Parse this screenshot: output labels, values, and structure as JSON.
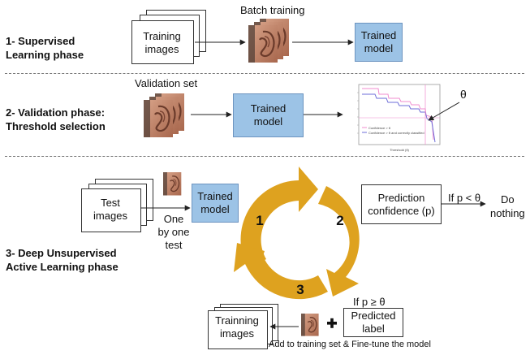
{
  "phase1": {
    "title_line1": "1- Supervised",
    "title_line2": "Learning phase",
    "docs_line1": "Training",
    "docs_line2": "images",
    "batch_label": "Batch training",
    "model_line1": "Trained",
    "model_line2": "model"
  },
  "phase2": {
    "title_line1": "2- Validation phase:",
    "title_line2": "Threshold selection",
    "validation_label": "Validation set",
    "model_line1": "Trained",
    "model_line2": "model",
    "theta": "θ",
    "legend_1": "Confidence > θ",
    "legend_2": "Confidence > θ and correctly classified",
    "xlabel": "Threshold (θ)"
  },
  "phase3": {
    "title_line1": "3- Deep Unsupervised",
    "title_line2": "Active Learning phase",
    "test_line1": "Test",
    "test_line2": "images",
    "one_line1": "One",
    "one_line2": "by one",
    "one_line3": "test",
    "model_line1": "Trained",
    "model_line2": "model",
    "cycle_1": "1",
    "cycle_2": "2",
    "cycle_3": "3",
    "pred_line1": "Prediction",
    "pred_line2": "confidence (p)",
    "if_less": "If p < θ",
    "do_line1": "Do",
    "do_line2": "nothing",
    "if_geq": "If p ≥ θ",
    "label_line1": "Predicted",
    "label_line2": "label",
    "train_line1": "Trainning",
    "train_line2": "images",
    "add_text": "Add to training set & Fine-tune the model"
  },
  "colors": {
    "model_fill": "#9cc3e6",
    "cycle_gold": "#dea21f",
    "line_pink": "#f08ccf",
    "line_blue": "#6e6ed8"
  }
}
